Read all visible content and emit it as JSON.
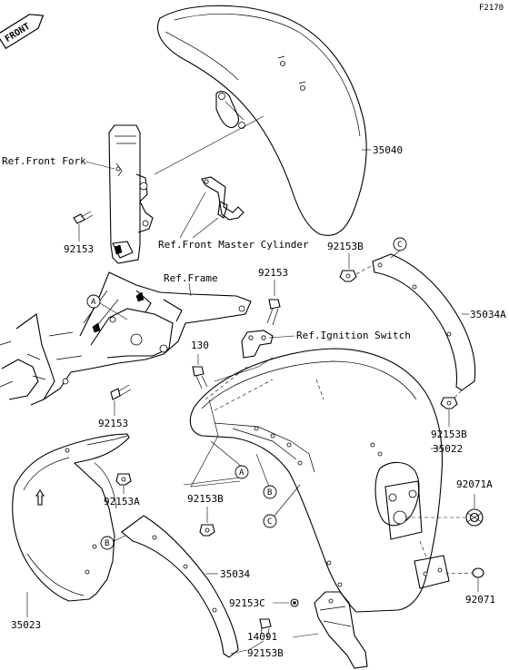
{
  "figure_code": "F2170",
  "front_badge": "FRONT",
  "references": {
    "front_fork": "Ref.Front Fork",
    "front_master_cylinder": "Ref.Front Master Cylinder",
    "frame": "Ref.Frame",
    "ignition_switch": "Ref.Ignition Switch"
  },
  "parts": {
    "p35040": "35040",
    "p92153_fork": "92153",
    "p92153B_top": "92153B",
    "p35034A": "35034A",
    "p92153_frame": "92153",
    "p130": "130",
    "p92153_left": "92153",
    "p92153B_mid": "92153B",
    "p35022": "35022",
    "p92153A": "92153A",
    "p92153B_lower": "92153B",
    "p92071A": "92071A",
    "p35034": "35034",
    "p92153C": "92153C",
    "p92071": "92071",
    "p35023": "35023",
    "p14091": "14091",
    "p92153B_bottom": "92153B"
  },
  "callouts": {
    "a": "A",
    "b": "B",
    "c": "C"
  }
}
